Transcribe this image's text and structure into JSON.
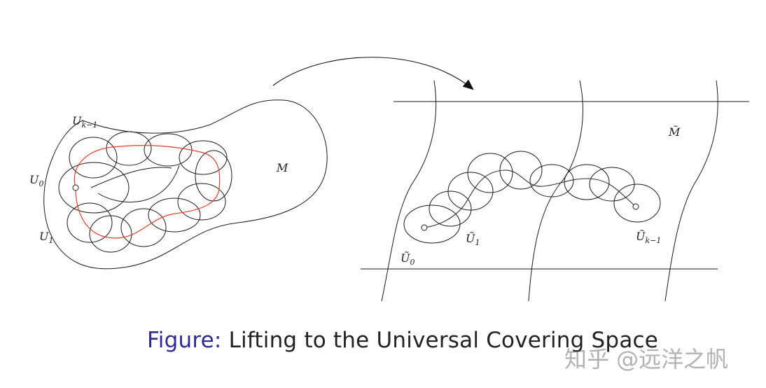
{
  "caption": {
    "label": "Figure:",
    "text": "Lifting to the Universal Covering Space"
  },
  "watermark": "知乎 @远洋之帆",
  "left_panel": {
    "manifold_label": "M",
    "u0": {
      "base": "U",
      "sub": "0"
    },
    "u1": {
      "base": "U",
      "sub": "1"
    },
    "uk": {
      "base": "U",
      "sub": "k−1"
    }
  },
  "right_panel": {
    "manifold_label": "M̃",
    "u0": {
      "base": "Ũ",
      "sub": "0"
    },
    "u1": {
      "base": "Ũ",
      "sub": "1"
    },
    "uk": {
      "base": "Ũ",
      "sub": "k−1"
    }
  },
  "colors": {
    "stroke": "#1a1a1a",
    "loop": "#d9412e",
    "caption_label": "#2e2d8f"
  }
}
